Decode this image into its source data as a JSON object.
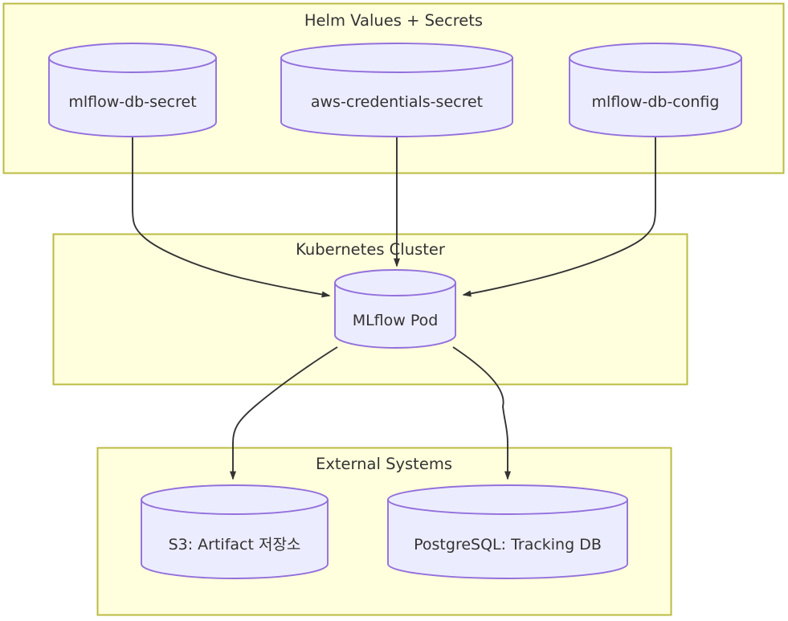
{
  "diagram": {
    "type": "flowchart",
    "direction": "top-to-bottom",
    "background_color": "#ffffff",
    "palette": {
      "cluster_fill": "#ffffde",
      "cluster_stroke": "#bbbb44",
      "node_fill": "#ececff",
      "node_stroke": "#9370db",
      "edge_stroke": "#333333",
      "text_color": "#333333"
    },
    "clusters": [
      {
        "id": "helm",
        "title": "Helm Values + Secrets",
        "nodes": [
          "mlflow-db-secret",
          "aws-credentials-secret",
          "mlflow-db-config"
        ]
      },
      {
        "id": "k8s",
        "title": "Kubernetes Cluster",
        "nodes": [
          "MLflow Pod"
        ]
      },
      {
        "id": "external",
        "title": "External Systems",
        "nodes": [
          "S3: Artifact 저장소",
          "PostgreSQL: Tracking DB"
        ]
      }
    ],
    "nodes": [
      {
        "id": "n1",
        "label": "mlflow-db-secret",
        "shape": "cylinder",
        "cluster": "helm"
      },
      {
        "id": "n2",
        "label": "aws-credentials-secret",
        "shape": "cylinder",
        "cluster": "helm"
      },
      {
        "id": "n3",
        "label": "mlflow-db-config",
        "shape": "cylinder",
        "cluster": "helm"
      },
      {
        "id": "n4",
        "label": "MLflow Pod",
        "shape": "cylinder",
        "cluster": "k8s"
      },
      {
        "id": "n5",
        "label": "S3: Artifact 저장소",
        "shape": "cylinder",
        "cluster": "external"
      },
      {
        "id": "n6",
        "label": "PostgreSQL: Tracking DB",
        "shape": "cylinder",
        "cluster": "external"
      }
    ],
    "edges": [
      {
        "from": "n1",
        "to": "n4",
        "arrow": "end",
        "label": ""
      },
      {
        "from": "n2",
        "to": "n4",
        "arrow": "end",
        "label": ""
      },
      {
        "from": "n3",
        "to": "n4",
        "arrow": "end",
        "label": ""
      },
      {
        "from": "n4",
        "to": "n5",
        "arrow": "end",
        "label": ""
      },
      {
        "from": "n4",
        "to": "n6",
        "arrow": "end",
        "label": ""
      }
    ]
  }
}
